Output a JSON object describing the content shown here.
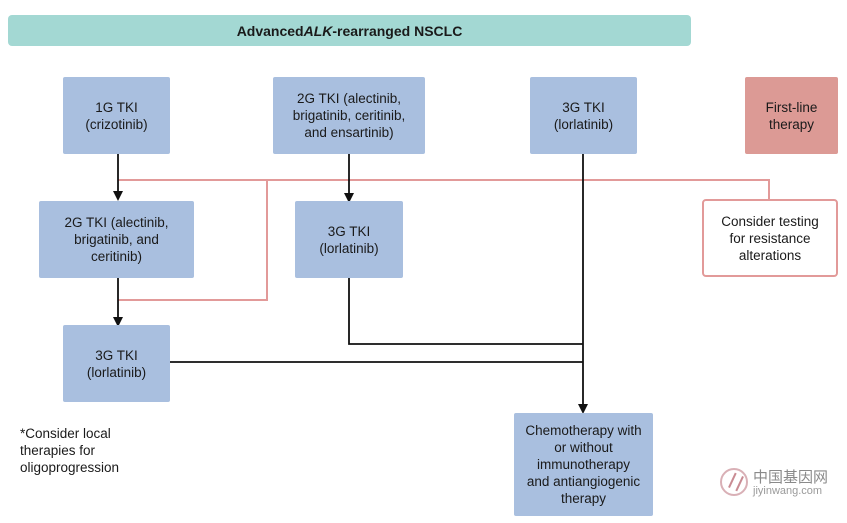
{
  "header": {
    "prefix": "Advanced ",
    "gene": "ALK",
    "suffix": "-rearranged NSCLC"
  },
  "nodes": {
    "g1_crizotinib": "1G TKI\n(crizotinib)",
    "g2_top": "2G TKI (alectinib,\nbrigatinib, ceritinib,\nand ensartinib)",
    "g3_top": "3G TKI\n(lorlatinib)",
    "first_line_legend": "First-line\ntherapy",
    "g2_middle": "2G TKI (alectinib,\nbrigatinib, and\nceritinib)",
    "g3_middle": "3G TKI\n(lorlatinib)",
    "resistance_testing": "Consider testing\nfor resistance\nalterations",
    "g3_bottom": "3G TKI\n(lorlatinib)",
    "chemotherapy": "Chemotherapy with\nor without\nimmunotherapy\nand antiangiogenic\ntherapy"
  },
  "footnote": "*Consider local\ntherapies for\noligoprogression",
  "watermark": {
    "cn": "中国基因网",
    "en": "jiyinwang.com"
  },
  "colors": {
    "header": "#a3d8d3",
    "treatment_box": "#a9bfdf",
    "first_line_legend": "#dc9a95",
    "resistance_outline": "#e29a99",
    "arrow": "#111111"
  }
}
